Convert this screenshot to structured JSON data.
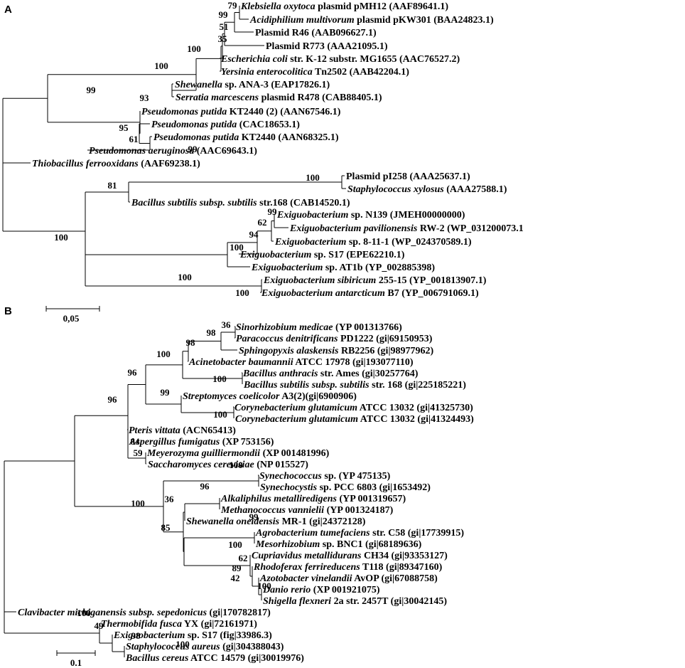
{
  "panels": [
    {
      "label": "A",
      "scale_label": "0,05",
      "leaves": [
        {
          "italic": "Klebsiella oxytoca",
          "rest": " plasmid pMH12 (AAF89641.1)"
        },
        {
          "italic": "Acidiphilium multivorum",
          "rest": " plasmid pKW301 (BAA24823.1)"
        },
        {
          "italic": "",
          "rest": "Plasmid R46 (AAB096627.1)"
        },
        {
          "italic": "",
          "rest": "Plasmid R773 (AAA21095.1)"
        },
        {
          "italic": "Escherichia coli",
          "rest": " str. K-12 substr. MG1655 (AAC76527.2)"
        },
        {
          "italic": "Yersinia enterocolitica",
          "rest": " Tn2502 (AAB42204.1)"
        },
        {
          "italic": "Shewanella",
          "rest": " sp. ANA-3 (EAP17826.1)"
        },
        {
          "italic": "Serratia marcescens",
          "rest": " plasmid R478 (CAB88405.1)"
        },
        {
          "italic": "Pseudomonas putida",
          "rest": " KT2440 (2) (AAN67546.1)"
        },
        {
          "italic": "Pseudomonas putida",
          "rest": " (CAC18653.1)"
        },
        {
          "italic": "Pseudomonas putida",
          "rest": " KT2440 (AAN68325.1)"
        },
        {
          "italic": "Pseudomonas aeruginosa",
          "rest": " (AAC69643.1)"
        },
        {
          "italic": "Thiobacillus ferrooxidans",
          "rest": " (AAF69238.1)"
        },
        {
          "italic": "",
          "rest": "Plasmid pI258 (AAA25637.1)"
        },
        {
          "italic": "Staphylococcus xylosus",
          "rest": " (AAA27588.1)"
        },
        {
          "italic": "Bacillus subtilis subsp. subtilis",
          "rest": " str.168 (CAB14520.1)"
        },
        {
          "italic": "Exiguobacterium",
          "rest": " sp. N139 (JMEH00000000)"
        },
        {
          "italic": "Exiguobacterium pavilionensis",
          "rest": " RW-2 (WP_031200073.1"
        },
        {
          "italic": "Exiguobacterium",
          "rest": " sp. 8-11-1 (WP_024370589.1)"
        },
        {
          "italic": "Exiguobacterium",
          "rest": " sp. S17 (EPE62210.1)"
        },
        {
          "italic": "Exiguobacterium",
          "rest": " sp. AT1b (YP_002885398)"
        },
        {
          "italic": "Exiguobacterium sibiricum",
          "rest": " 255-15 (YP_001813907.1)"
        },
        {
          "italic": "Exiguobacterium antarcticum",
          "rest": " B7 (YP_006791069.1)"
        }
      ],
      "bootstrap": [
        "79",
        "99",
        "51",
        "35",
        "100",
        "100",
        "99",
        "93",
        "95",
        "61",
        "99",
        "81",
        "100",
        "100",
        "99",
        "62",
        "94",
        "100",
        "100",
        "100"
      ]
    },
    {
      "label": "B",
      "scale_label": "0.1",
      "leaves": [
        {
          "italic": "Sinorhizobium medicae",
          "rest": " (YP 001313766)"
        },
        {
          "italic": "Paracoccus denitrificans",
          "rest": " PD1222 (gi|69150953)"
        },
        {
          "italic": "Sphingopyxis alaskensis",
          "rest": " RB2256 (gi|98977962)"
        },
        {
          "italic": "Acinetobacter baumannii",
          "rest": " ATCC 17978 (gi|193077110)"
        },
        {
          "italic": "Bacillus anthracis",
          "rest": " str. Ames (gi|30257764)"
        },
        {
          "italic": "Bacillus subtilis subsp. subtilis",
          "rest": " str. 168 (gi|225185221)"
        },
        {
          "italic": "Streptomyces coelicolor",
          "rest": " A3(2)(gi|6900906)"
        },
        {
          "italic": "Corynebacterium glutamicum",
          "rest": " ATCC 13032 (gi|41325730)"
        },
        {
          "italic": "Corynebacterium glutamicum",
          "rest": " ATCC 13032 (gi|41324493)"
        },
        {
          "italic": "Pteris vittata",
          "rest": " (ACN65413)"
        },
        {
          "italic": "Aspergillus fumigatus",
          "rest": " (XP 753156)"
        },
        {
          "italic": "Meyerozyma guilliermondii",
          "rest": " (XP 001481996)"
        },
        {
          "italic": "Saccharomyces cerevisiae",
          "rest": " (NP 015527)"
        },
        {
          "italic": "Synechococcus",
          "rest": " sp. (YP 475135)"
        },
        {
          "italic": "Synechocystis",
          "rest": " sp. PCC 6803 (gi|1653492)"
        },
        {
          "italic": "Alkaliphilus metalliredigens",
          "rest": " (YP 001319657)"
        },
        {
          "italic": "Methanococcus vannielii",
          "rest": " (YP 001324187)"
        },
        {
          "italic": "Shewanella oneidensis",
          "rest": " MR-1 (gi|24372128)"
        },
        {
          "italic": "Agrobacterium tumefaciens",
          "rest": " str. C58 (gi|17739915)"
        },
        {
          "italic": "Mesorhizobium",
          "rest": " sp. BNC1 (gi|68189636)"
        },
        {
          "italic": "Cupriavidus metallidurans",
          "rest": " CH34 (gi|93353127)"
        },
        {
          "italic": "Rhodoferax ferrireducens",
          "rest": " T118 (gi|89347160)"
        },
        {
          "italic": "Azotobacter vinelandii",
          "rest": " AvOP (gi|67088758)"
        },
        {
          "italic": "Danio rerio",
          "rest": " (XP 001921075)"
        },
        {
          "italic": "Shigella flexneri",
          "rest": " 2a str. 2457T (gi|30042145)"
        },
        {
          "italic": "Clavibacter michiganensis subsp. sepedonicus",
          "rest": " (gi|170782817)"
        },
        {
          "italic": "Thermobifida fusca",
          "rest": " YX (gi|72161971)"
        },
        {
          "italic": "Exiguobacterium",
          "rest": " sp. S17 (fig|33986.3)"
        },
        {
          "italic": "Staphylococcus aureus",
          "rest": " (gi|304388043)"
        },
        {
          "italic": "Bacillus cereus",
          "rest": " ATCC 14579 (gi|30019976)"
        }
      ],
      "bootstrap": [
        "36",
        "98",
        "98",
        "100",
        "96",
        "100",
        "99",
        "100",
        "96",
        "84",
        "59",
        "100",
        "96",
        "36",
        "100",
        "99",
        "85",
        "100",
        "62",
        "89",
        "42",
        "100",
        "100",
        "49",
        "98",
        "100"
      ]
    }
  ]
}
